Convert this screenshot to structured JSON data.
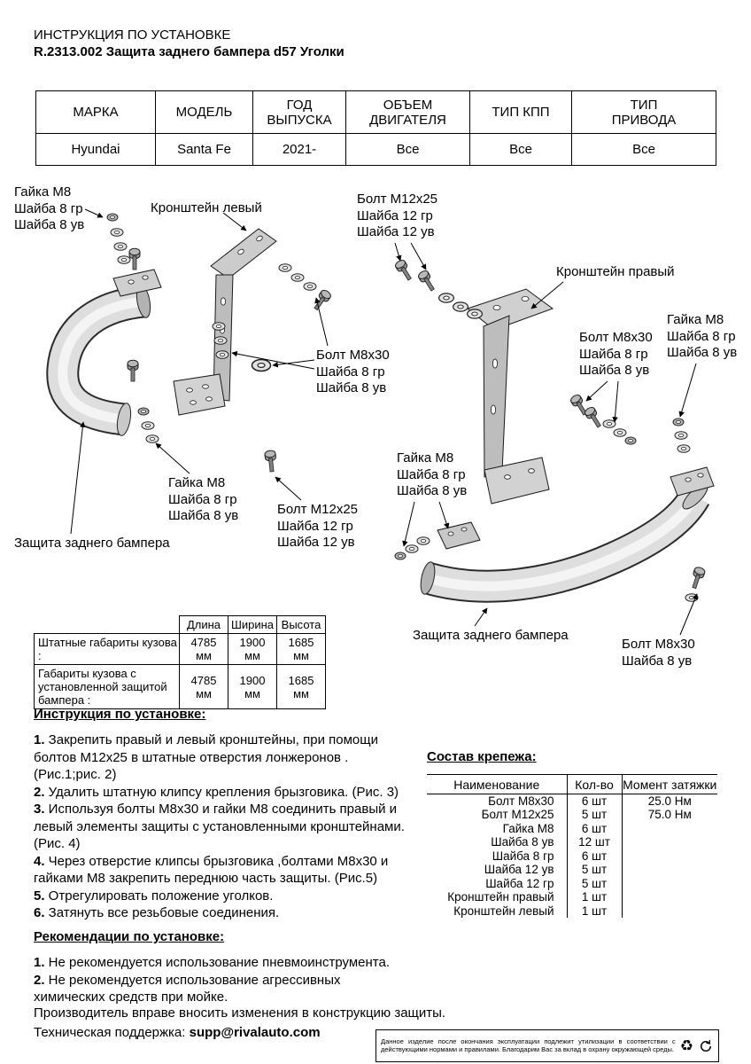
{
  "header": {
    "doc_type": "ИНСТРУКЦИЯ ПО УСТАНОВКЕ",
    "product": "R.2313.002 Защита заднего бампера d57 Уголки"
  },
  "vehicle_table": {
    "headers": [
      "МАРКА",
      "МОДЕЛЬ",
      "ГОД\nВЫПУСКА",
      "ОБЪЕМ\nДВИГАТЕЛЯ",
      "ТИП КПП",
      "ТИП\nПРИВОДА"
    ],
    "row": [
      "Hyundai",
      "Santa Fe",
      "2021-",
      "Все",
      "Все",
      "Все"
    ]
  },
  "diagram": {
    "labels": [
      "Гайка М8\nШайба 8 гр\nШайба 8 ув",
      "Кронштейн левый",
      "Болт М12х25\nШайба 12 гр\nШайба 12 ув",
      "Кронштейн правый",
      "Болт М8х30\nШайба 8 гр\nШайба 8 ув",
      "Гайка М8\nШайба 8 гр\nШайба 8 ув",
      "Болт М8х30\nШайба 8 гр\nШайба 8 ув",
      "Гайка М8\nШайба 8 гр\nШайба 8 ув",
      "Гайка М8\nШайба 8 гр\nШайба 8 ув",
      "Болт М12х25\nШайба 12 гр\nШайба 12 ув",
      "Защита заднего бампера",
      "Защита заднего бампера",
      "Болт М8х30\nШайба 8 ув"
    ]
  },
  "dimensions_table": {
    "col_headers": [
      "Длина",
      "Ширина",
      "Высота"
    ],
    "rows": [
      {
        "label": "Штатные габариты кузова :",
        "length": "4785 мм",
        "width": "1900 мм",
        "height": "1685 мм"
      },
      {
        "label": "Габариты кузова с установленной защитой бампера :",
        "length": "4785 мм",
        "width": "1900 мм",
        "height": "1685 мм"
      }
    ]
  },
  "installation": {
    "title": "Инструкция по установке:",
    "steps": [
      {
        "num": "1.",
        "text": " Закрепить правый и левый кронштейны, при помощи болтов М12х25 в штатные отверстия лонжеронов . (Рис.1;рис. 2)"
      },
      {
        "num": "2.",
        "text": " Удалить штатную клипсу крепления брызговика. (Рис. 3)"
      },
      {
        "num": "3.",
        "text": " Используя болты М8х30 и гайки М8 соединить правый и левый элементы защиты с установленными кронштейнами. (Рис. 4)"
      },
      {
        "num": "4.",
        "text": " Через отверстие клипсы брызговика ,болтами М8х30 и гайками М8 закрепить переднюю часть защиты. (Рис.5)"
      },
      {
        "num": "5.",
        "text": " Отрегулировать положение уголков."
      },
      {
        "num": "6.",
        "text": " Затянуть все резьбовые соединения."
      }
    ]
  },
  "fasteners": {
    "title": "Состав крепежа:",
    "headers": [
      "Наименование",
      "Кол-во",
      "Момент затяжки"
    ],
    "rows": [
      {
        "name": "Болт М8х30",
        "qty": "6 шт",
        "torque": "25.0 Нм"
      },
      {
        "name": "Болт М12х25",
        "qty": "5 шт",
        "torque": "75.0 Нм"
      },
      {
        "name": "Гайка М8",
        "qty": "6 шт",
        "torque": ""
      },
      {
        "name": "Шайба 8 ув",
        "qty": "12 шт",
        "torque": ""
      },
      {
        "name": "Шайба 8 гр",
        "qty": "6 шт",
        "torque": ""
      },
      {
        "name": "Шайба 12 ув",
        "qty": "5 шт",
        "torque": ""
      },
      {
        "name": "Шайба 12 гр",
        "qty": "5 шт",
        "torque": ""
      },
      {
        "name": "Кронштейн правый",
        "qty": "1 шт",
        "torque": ""
      },
      {
        "name": "Кронштейн левый",
        "qty": "1 шт",
        "torque": ""
      }
    ]
  },
  "recommendations": {
    "title": "Рекомендации по установке:",
    "items": [
      {
        "num": "1.",
        "text": " Не рекомендуется использование пневмоинструмента."
      },
      {
        "num": "2.",
        "text": " Не рекомендуется использование агрессивных химических средств при мойке."
      }
    ]
  },
  "footer": {
    "note": "Производитель вправе вносить изменения в конструкцию защиты.",
    "support_label": "Техническая поддержка: ",
    "support_email": "supp@rivalauto.com",
    "disposal": "Данное изделие  после окончания  эксплуатации  подлежит утилизации в соответствии с действующими нормами и правилами. Благодарим Вас за вклад  в охрану окружающей среды."
  }
}
